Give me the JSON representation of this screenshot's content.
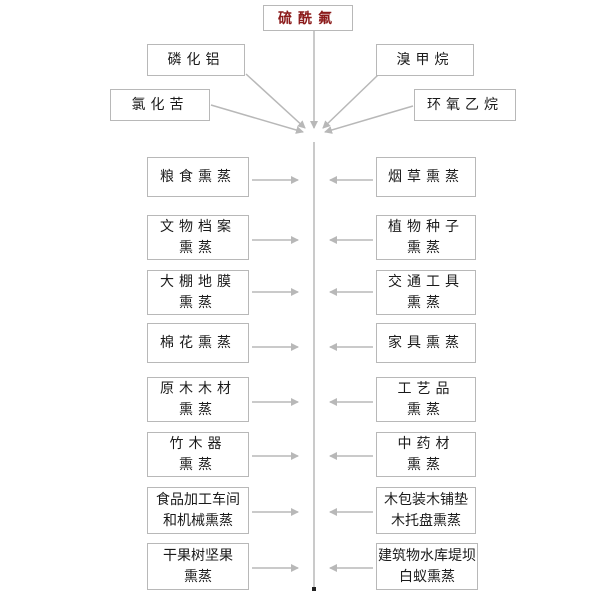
{
  "title": "硫酰氟",
  "sources": {
    "left_top": "磷化铝",
    "left_bottom": "氯化苦",
    "right_top": "溴甲烷",
    "right_bottom": "环氧乙烷"
  },
  "left_uses": [
    "粮食熏蒸",
    "文物档案\n熏蒸",
    "大棚地膜\n熏蒸",
    "棉花熏蒸",
    "原木木材\n熏蒸",
    "竹木器\n熏蒸",
    "食品加工车间\n和机械熏蒸",
    "干果树坚果\n熏蒸"
  ],
  "right_uses": [
    "烟草熏蒸",
    "植物种子\n熏蒸",
    "交通工具\n熏蒸",
    "家具熏蒸",
    "工艺品\n熏蒸",
    "中药材\n熏蒸",
    "木包装木铺垫\n木托盘熏蒸",
    "建筑物水库堤坝\n白蚁熏蒸"
  ],
  "colors": {
    "line": "#b8b8b8",
    "title_text": "#8b1a1a"
  }
}
